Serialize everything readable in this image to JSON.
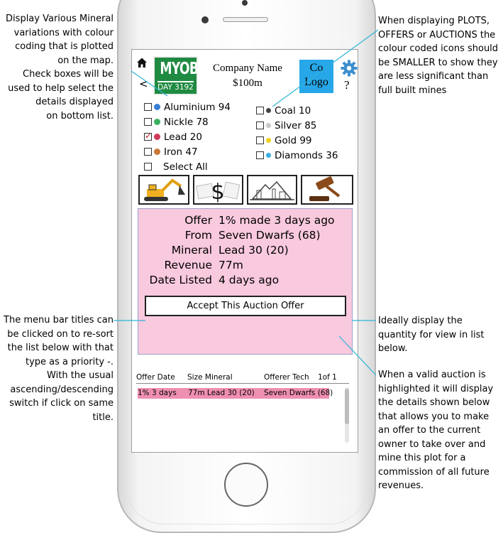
{
  "annotations": {
    "top_left": [
      "Display Various Mineral",
      "variations with colour",
      "coding that is plotted",
      "on the map.",
      "Check boxes will be",
      "used to help select the",
      "details displayed",
      "on bottom list."
    ],
    "top_right": [
      "When displaying PLOTS,",
      "OFFERS or AUCTIONS the",
      "colour coded icons should",
      "be SMALLER  to show they",
      "are less significant than",
      "full built mines"
    ],
    "mid_left": [
      "The menu bar titles can",
      "be clicked on to re-sort",
      "the list below with that",
      "type as a priority -.",
      "With the usual",
      "ascending/descending",
      "switch if click on same",
      "title."
    ],
    "mid_right": [
      "Ideally display the",
      "quantity for view in list",
      "below."
    ],
    "bottom_right": [
      "When a valid auction is",
      "highlighted it will display",
      "the details shown below",
      "that allows you to make",
      "an offer to the current",
      "owner to take over and",
      "mine this plot for a",
      "commission of all future",
      "revenues."
    ]
  },
  "header": {
    "back": "<",
    "logo_text": "MYOB",
    "day": "DAY 3192",
    "company_name": "Company Name",
    "company_value": "$100m",
    "co_logo_line1": "Co",
    "co_logo_line2": "Logo",
    "help": "?"
  },
  "minerals_left": [
    {
      "name": "Aluminium",
      "count": "94",
      "color": "#3a7fd6",
      "checked": false
    },
    {
      "name": "Nickle",
      "count": "78",
      "color": "#3ab060",
      "checked": false
    },
    {
      "name": "Lead",
      "count": "20",
      "color": "#d03a5a",
      "checked": true
    },
    {
      "name": "Iron",
      "count": "47",
      "color": "#c87838",
      "checked": false
    }
  ],
  "select_all": "Select All",
  "minerals_right": [
    {
      "name": "Coal",
      "count": "10",
      "color": "#444444",
      "checked": false
    },
    {
      "name": "Silver",
      "count": "85",
      "color": "#c8c8c8",
      "checked": false
    },
    {
      "name": "Gold",
      "count": "99",
      "color": "#f0d020",
      "checked": false
    },
    {
      "name": "Diamonds",
      "count": "36",
      "color": "#38b0e0",
      "checked": false
    }
  ],
  "tabs": [
    "excavator-icon",
    "money-icon",
    "mine-plant-icon",
    "auction-gavel-icon"
  ],
  "detail": {
    "rows": [
      {
        "label": "Offer",
        "value": "1% made 3 days ago"
      },
      {
        "label": "From",
        "value": "Seven Dwarfs (68)"
      },
      {
        "label": "Mineral",
        "value": "Lead 30 (20)"
      },
      {
        "label": "Revenue",
        "value": "77m"
      },
      {
        "label": "Date Listed",
        "value": "4 days ago"
      }
    ],
    "accept_label": "Accept This Auction Offer"
  },
  "list": {
    "headers": {
      "offer_date": "Offer Date",
      "size_mineral": "Size Mineral",
      "offerer_tech": "Offerer  Tech",
      "pages": "1of 1"
    },
    "rows": [
      {
        "offer_date": "1% 3 days",
        "size_mineral": "77m Lead 30 (20)",
        "offerer": "Seven Dwarfs (68)"
      }
    ]
  },
  "colors": {
    "logo_green": "#1f8a41",
    "co_logo_blue": "#27a7e8",
    "detail_pink": "#f9c9de",
    "row_highlight": "#ef8fb2",
    "pointer": "#2db3d6"
  }
}
